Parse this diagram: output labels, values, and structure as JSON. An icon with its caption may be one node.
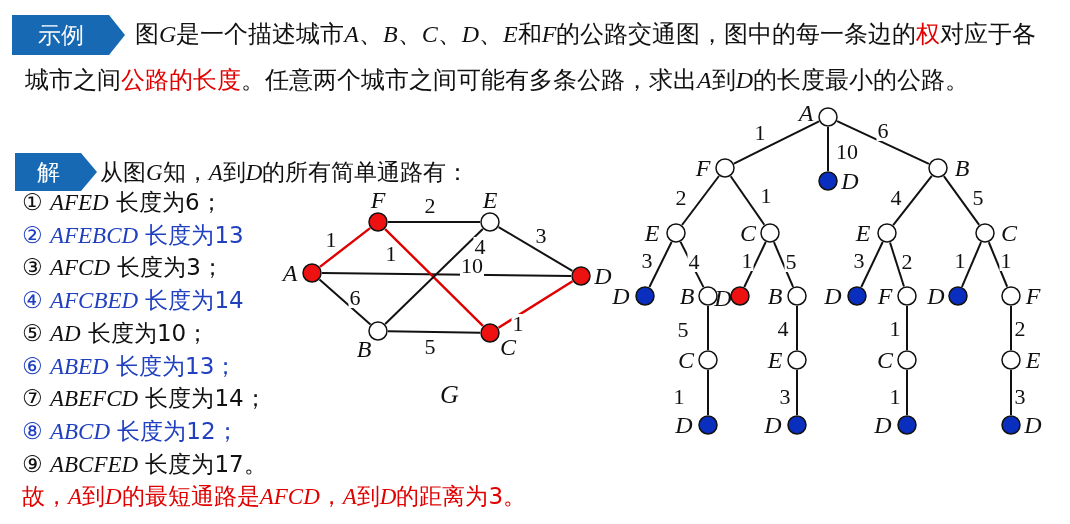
{
  "diagram": {
    "nodes": [
      {
        "text": [
          "示例"
        ]
      },
      {
        "text": [
          "解"
        ]
      },
      {
        "text": [],
        "shape": "circle",
        "beside": [
          "A"
        ]
      },
      {
        "text": [],
        "shape": "circle",
        "beside": [
          "F"
        ]
      },
      {
        "text": [],
        "shape": "circle",
        "beside": [
          "E"
        ]
      },
      {
        "text": [],
        "shape": "circle",
        "beside": [
          "D"
        ]
      },
      {
        "text": [],
        "shape": "circle",
        "beside": [
          "B"
        ]
      },
      {
        "text": [],
        "shape": "circle",
        "beside": [
          "C"
        ]
      },
      {
        "text": [],
        "shape": "circle",
        "beside": [
          "A"
        ]
      },
      {
        "text": [],
        "shape": "circle",
        "beside": [
          "F"
        ]
      },
      {
        "text": [],
        "shape": "circle",
        "beside": [
          "D"
        ]
      },
      {
        "text": [],
        "shape": "circle",
        "beside": [
          "B"
        ]
      },
      {
        "text": [],
        "shape": "circle",
        "beside": [
          "E"
        ]
      },
      {
        "text": [],
        "shape": "circle",
        "beside": [
          "C"
        ]
      },
      {
        "text": [],
        "shape": "circle",
        "beside": [
          "E"
        ]
      },
      {
        "text": [],
        "shape": "circle",
        "beside": [
          "C"
        ]
      },
      {
        "text": [],
        "shape": "circle",
        "beside": [
          "D"
        ]
      },
      {
        "text": [],
        "shape": "circle",
        "beside": [
          "B"
        ]
      },
      {
        "text": [],
        "shape": "circle",
        "beside": [
          "D"
        ]
      },
      {
        "text": [],
        "shape": "circle",
        "beside": [
          "B"
        ]
      },
      {
        "text": [],
        "shape": "circle",
        "beside": [
          "D"
        ]
      },
      {
        "text": [],
        "shape": "circle",
        "beside": [
          "F"
        ]
      },
      {
        "text": [],
        "shape": "circle",
        "beside": [
          "D"
        ]
      },
      {
        "text": [],
        "shape": "circle",
        "beside": [
          "F"
        ]
      },
      {
        "text": [],
        "shape": "circle",
        "beside": [
          "C"
        ]
      },
      {
        "text": [],
        "shape": "circle",
        "beside": [
          "E"
        ]
      },
      {
        "text": [],
        "shape": "circle",
        "beside": [
          "C"
        ]
      },
      {
        "text": [],
        "shape": "circle",
        "beside": [
          "E"
        ]
      },
      {
        "text": [],
        "shape": "circle",
        "beside": [
          "D"
        ]
      },
      {
        "text": [],
        "shape": "circle",
        "beside": [
          "D"
        ]
      },
      {
        "text": [],
        "shape": "circle",
        "beside": [
          "D"
        ]
      },
      {
        "text": [],
        "shape": "circle",
        "beside": [
          "D"
        ]
      }
    ],
    "edges": [
      {
        "from": 2,
        "to": 3,
        "arrow": "none",
        "label": "1",
        "color": "#e00000"
      },
      {
        "from": 3,
        "to": 4,
        "arrow": "none",
        "label": "2"
      },
      {
        "from": 4,
        "to": 5,
        "arrow": "none",
        "label": "3"
      },
      {
        "from": 2,
        "to": 5,
        "arrow": "none",
        "label": "10"
      },
      {
        "from": 2,
        "to": 6,
        "arrow": "none",
        "label": "6"
      },
      {
        "from": 3,
        "to": 7,
        "arrow": "none",
        "label": "1",
        "color": "#e00000"
      },
      {
        "from": 6,
        "to": 4,
        "arrow": "none",
        "label": "4"
      },
      {
        "from": 6,
        "to": 7,
        "arrow": "none",
        "label": "5"
      },
      {
        "from": 7,
        "to": 5,
        "arrow": "none",
        "label": "1",
        "color": "#e00000"
      },
      {
        "from": 8,
        "to": 9,
        "arrow": "none",
        "label": "1"
      },
      {
        "from": 8,
        "to": 10,
        "arrow": "none",
        "label": "10"
      },
      {
        "from": 8,
        "to": 11,
        "arrow": "none",
        "label": "6"
      },
      {
        "from": 9,
        "to": 12,
        "arrow": "none",
        "label": "2"
      },
      {
        "from": 9,
        "to": 13,
        "arrow": "none",
        "label": "1"
      },
      {
        "from": 11,
        "to": 14,
        "arrow": "none",
        "label": "4"
      },
      {
        "from": 11,
        "to": 15,
        "arrow": "none",
        "label": "5"
      },
      {
        "from": 12,
        "to": 16,
        "arrow": "none",
        "label": "3"
      },
      {
        "from": 12,
        "to": 17,
        "arrow": "none",
        "label": "4"
      },
      {
        "from": 13,
        "to": 18,
        "arrow": "none",
        "label": "1"
      },
      {
        "from": 13,
        "to": 19,
        "arrow": "none",
        "label": "5"
      },
      {
        "from": 14,
        "to": 20,
        "arrow": "none",
        "label": "3"
      },
      {
        "from": 14,
        "to": 21,
        "arrow": "none",
        "label": "2"
      },
      {
        "from": 15,
        "to": 22,
        "arrow": "none",
        "label": "1"
      },
      {
        "from": 15,
        "to": 23,
        "arrow": "none",
        "label": "1"
      },
      {
        "from": 17,
        "to": 24,
        "arrow": "none",
        "label": "5"
      },
      {
        "from": 19,
        "to": 25,
        "arrow": "none",
        "label": "4"
      },
      {
        "from": 21,
        "to": 26,
        "arrow": "none",
        "label": "1"
      },
      {
        "from": 23,
        "to": 27,
        "arrow": "none",
        "label": "2"
      },
      {
        "from": 24,
        "to": 28,
        "arrow": "none",
        "label": "1"
      },
      {
        "from": 25,
        "to": 29,
        "arrow": "none",
        "label": "3"
      },
      {
        "from": 26,
        "to": 30,
        "arrow": "none",
        "label": "1"
      },
      {
        "from": 27,
        "to": 31,
        "arrow": "none",
        "label": "3"
      }
    ],
    "labels": [
      "图G是一个描述城市A、B、C、D、E和F的公路交通图，图中的每一条边的**权**对应于各城市之间**公路的长度**。任意两个城市之间可能有多条公路，求出A到D的长度最小的公路。",
      "从图G知，A到D的所有简单通路有：",
      "① AFED 长度为6；",
      "② AFEBCD 长度为13",
      "③ AFCD 长度为3；",
      "④ AFCBED 长度为14",
      "⑤ AD 长度为10；",
      "⑥ ABED 长度为13；",
      "⑦ ABEFCD 长度为14；",
      "⑧ ABCD 长度为12；",
      "⑨ ABCFED 长度为17。",
      "故，A到D的最短通路是AFCD，A到D的距离为3。",
      "G"
    ]
  }
}
